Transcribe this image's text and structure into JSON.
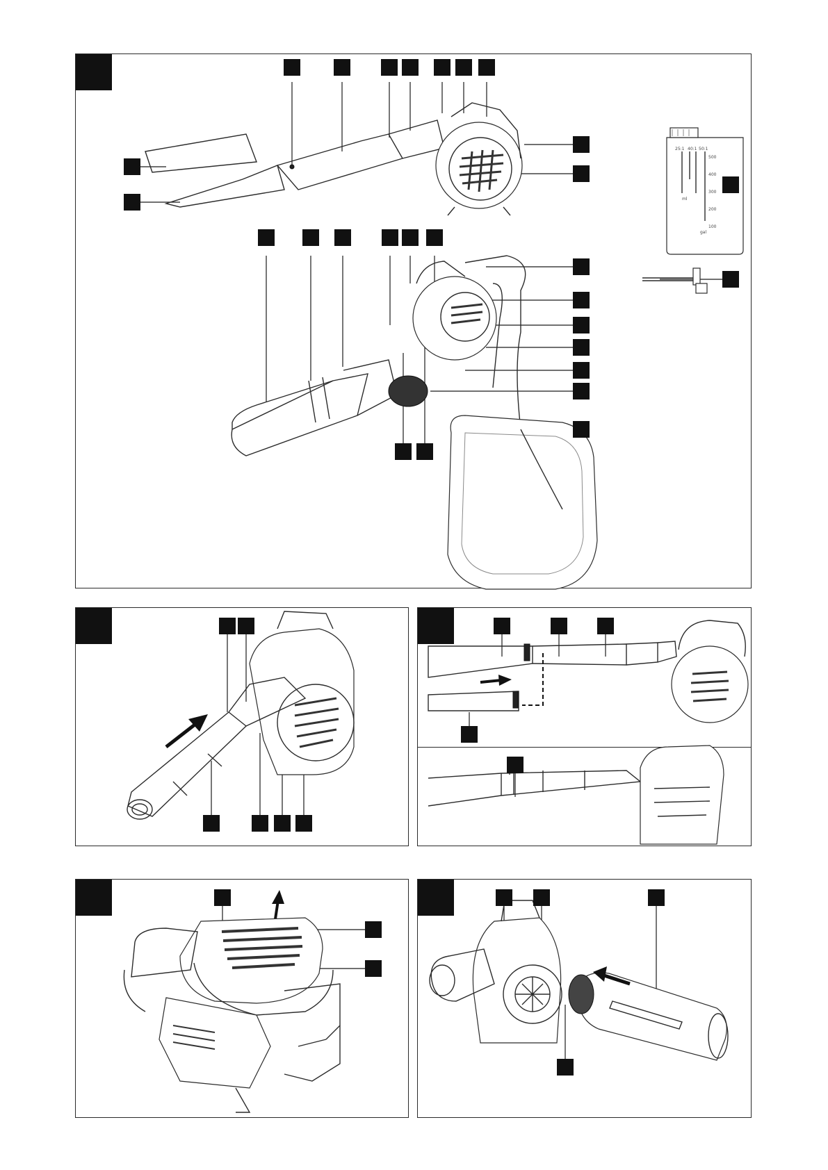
{
  "figures": [
    {
      "id": "fig1",
      "callouts": 30
    },
    {
      "id": "fig2",
      "callouts": 7
    },
    {
      "id": "fig3a",
      "callouts": 4
    },
    {
      "id": "fig3b",
      "callouts": 1
    },
    {
      "id": "fig4",
      "callouts": 3
    },
    {
      "id": "fig5",
      "callouts": 4
    }
  ],
  "bottle_scale": [
    "25:1",
    "40:1",
    "50:1",
    "500",
    "400",
    "300",
    "200",
    "100",
    "ml",
    "gal"
  ],
  "colors": {
    "ink": "#111111",
    "line": "#2b2b2b",
    "paper": "#ffffff"
  },
  "icons": [
    "leaf-blower-assembly",
    "blow-tube",
    "vacuum-tube",
    "collection-bag",
    "fuel-mix-bottle",
    "spark-plug-wrench",
    "direction-arrow"
  ]
}
